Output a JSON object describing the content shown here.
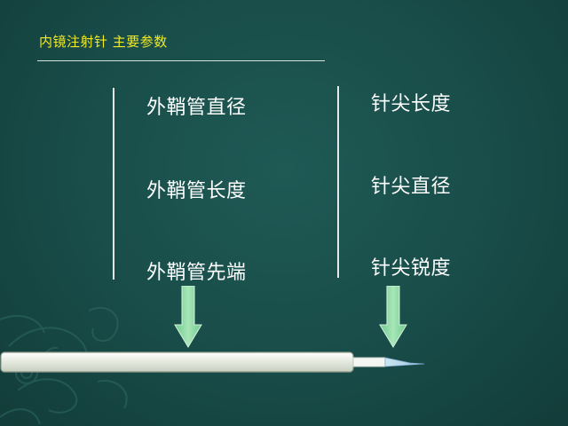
{
  "slide": {
    "title": "内镜注射针  主要参数",
    "sheath_params": [
      "外鞘管直径",
      "外鞘管长度",
      "外鞘管先端"
    ],
    "needle_params": [
      "针尖长度",
      "针尖直径",
      "针尖锐度"
    ]
  },
  "colors": {
    "background": "#184c48",
    "title": "#f1ea24",
    "text": "#ffffff",
    "arrow_fill": "#8fdaa5",
    "sheath_fill": "#e6ebdf",
    "needle_tip": "#a9c6e3"
  },
  "icons": [
    "arrow-down-icon",
    "injection-needle-icon",
    "floral-ornament-icon"
  ]
}
